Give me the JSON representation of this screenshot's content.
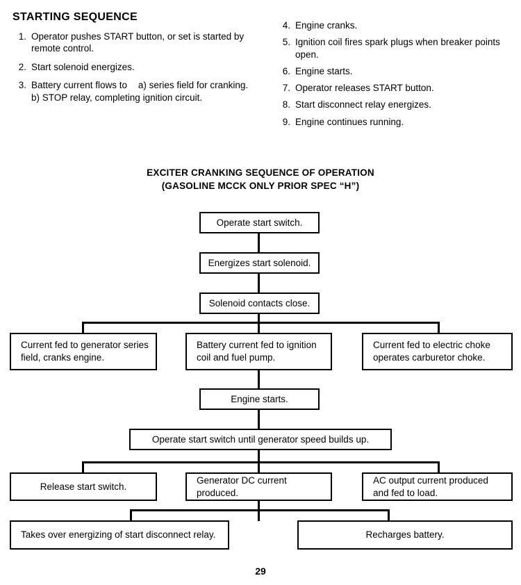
{
  "page": {
    "number": "29"
  },
  "starting_sequence": {
    "heading": "STARTING SEQUENCE",
    "left_items": [
      {
        "num": "1.",
        "text": "Operator pushes START button, or set is started by remote control.",
        "subitems": []
      },
      {
        "num": "2.",
        "text": "Start solenoid energizes.",
        "subitems": []
      },
      {
        "num": "3.",
        "text": "Battery current flows to",
        "subitems": [
          "a) series field for cranking.",
          "b) STOP relay, completing ignition circuit."
        ]
      }
    ],
    "right_items": [
      {
        "num": "4.",
        "text": "Engine cranks."
      },
      {
        "num": "5.",
        "text": "Ignition coil fires spark plugs when breaker points open."
      },
      {
        "num": "6.",
        "text": "Engine starts."
      },
      {
        "num": "7.",
        "text": "Operator releases START button."
      },
      {
        "num": "8.",
        "text": "Start disconnect relay energizes."
      },
      {
        "num": "9.",
        "text": "Engine continues running."
      }
    ]
  },
  "chart_data": {
    "type": "diagram",
    "title_line1": "EXCITER CRANKING SEQUENCE OF OPERATION",
    "title_line2": "(GASOLINE MCCK ONLY PRIOR SPEC “H”)",
    "nodes": [
      {
        "id": "n1",
        "label": "Operate start switch."
      },
      {
        "id": "n2",
        "label": "Energizes start solenoid."
      },
      {
        "id": "n3",
        "label": "Solenoid contacts close."
      },
      {
        "id": "n4",
        "label": "Current fed to generator series field, cranks engine."
      },
      {
        "id": "n5",
        "label": "Battery current fed to ignition coil and fuel pump."
      },
      {
        "id": "n6",
        "label": "Current fed to electric choke operates carburetor choke."
      },
      {
        "id": "n7",
        "label": "Engine starts."
      },
      {
        "id": "n8",
        "label": "Operate start switch until generator speed builds up."
      },
      {
        "id": "n9",
        "label": "Release start switch."
      },
      {
        "id": "n10",
        "label": "Generator DC current produced."
      },
      {
        "id": "n11",
        "label": "AC output current produced and fed to load."
      },
      {
        "id": "n12",
        "label": "Takes over energizing of start disconnect relay."
      },
      {
        "id": "n13",
        "label": "Recharges battery."
      }
    ],
    "edges": [
      {
        "from": "n1",
        "to": "n2"
      },
      {
        "from": "n2",
        "to": "n3"
      },
      {
        "from": "n3",
        "to": "n4"
      },
      {
        "from": "n3",
        "to": "n5"
      },
      {
        "from": "n3",
        "to": "n6"
      },
      {
        "from": "n5",
        "to": "n7"
      },
      {
        "from": "n7",
        "to": "n8"
      },
      {
        "from": "n8",
        "to": "n9"
      },
      {
        "from": "n8",
        "to": "n10"
      },
      {
        "from": "n8",
        "to": "n11"
      },
      {
        "from": "n10",
        "to": "n12"
      },
      {
        "from": "n10",
        "to": "n13"
      }
    ],
    "line_color": "#000000",
    "box_fill": "#ffffff"
  }
}
